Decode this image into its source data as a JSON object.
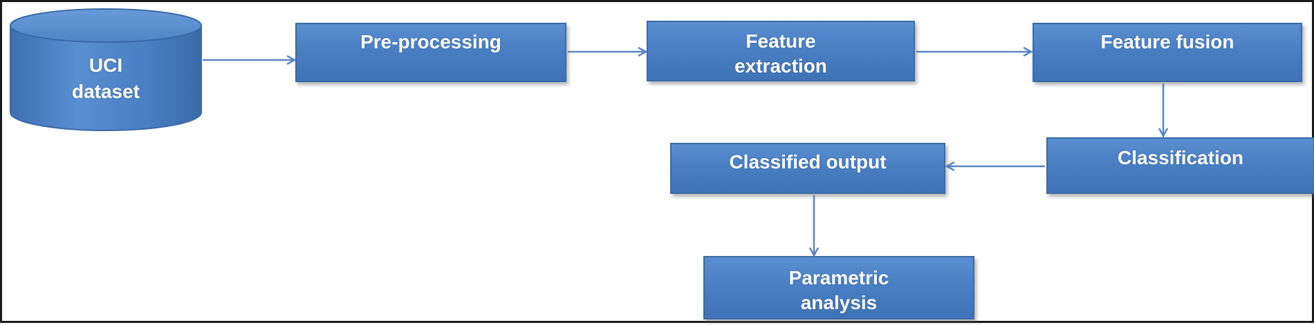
{
  "diagram": {
    "nodes": {
      "uci_dataset": "UCI\ndataset",
      "preprocessing": "Pre-processing",
      "feature_extraction": "Feature\nextraction",
      "feature_fusion": "Feature fusion",
      "classification": "Classification",
      "classified_output": "Classified output",
      "parametric_analysis": "Parametric\nanalysis"
    },
    "edges": [
      {
        "from": "UCI\ndataset",
        "to": "Pre-processing"
      },
      {
        "from": "Pre-processing",
        "to": "Feature\nextraction"
      },
      {
        "from": "Feature\nextraction",
        "to": "Feature fusion"
      },
      {
        "from": "Feature fusion",
        "to": "Classification"
      },
      {
        "from": "Classification",
        "to": "Classified output"
      },
      {
        "from": "Classified output",
        "to": "Parametric\nanalysis"
      }
    ]
  },
  "colors": {
    "box_fill": "#4a7fc4",
    "box_border": "#3a6aa8",
    "arrow": "#5b86c4",
    "text": "#ffffff"
  }
}
